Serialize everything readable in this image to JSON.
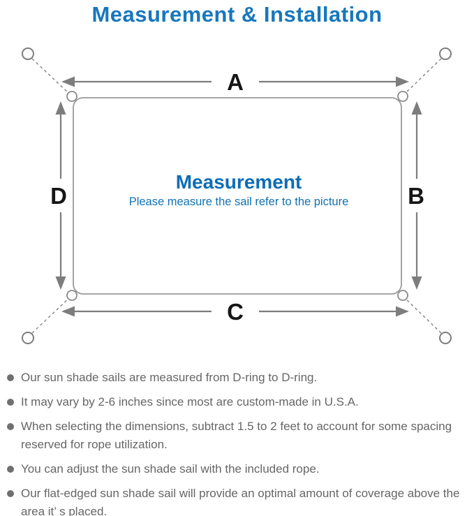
{
  "page": {
    "title": "Measurement & Installation"
  },
  "diagram": {
    "center_title": "Measurement",
    "center_subtitle": "Please measure the sail refer to the picture",
    "labels": {
      "top": "A",
      "right": "B",
      "bottom": "C",
      "left": "D"
    }
  },
  "notes": {
    "items": [
      "Our sun shade sails are measured from D-ring to D-ring.",
      "It may vary by 2-6 inches since most are custom-made in U.S.A.",
      "When selecting the dimensions, subtract 1.5 to 2 feet to account for some spacing reserved for rope utilization.",
      "You can adjust the sun shade sail with the included rope.",
      "Our flat-edged sun shade sail will provide an optimal amount of coverage above the area it’ s placed."
    ]
  },
  "colors": {
    "title_blue": "#1777bd",
    "center_blue": "#0e6db5",
    "note_gray": "#666666",
    "line_gray": "#9a9a9a",
    "arrow_gray": "#7d7d7d",
    "label_black": "#151515"
  }
}
